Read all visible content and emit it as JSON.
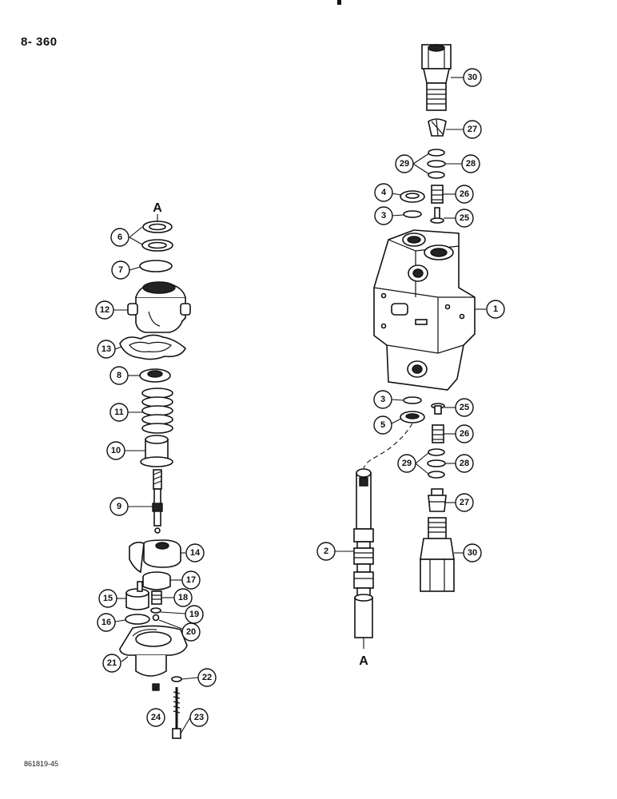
{
  "page_number": "8- 360",
  "figure_code": "861819-45",
  "reference_letters": {
    "top": "A",
    "bottom": "A"
  },
  "callouts": [
    "1",
    "2",
    "3",
    "3",
    "4",
    "5",
    "6",
    "7",
    "8",
    "9",
    "10",
    "11",
    "12",
    "13",
    "14",
    "15",
    "16",
    "17",
    "18",
    "19",
    "20",
    "21",
    "22",
    "23",
    "24",
    "25",
    "25",
    "26",
    "26",
    "27",
    "27",
    "28",
    "28",
    "29",
    "29",
    "30",
    "30"
  ]
}
